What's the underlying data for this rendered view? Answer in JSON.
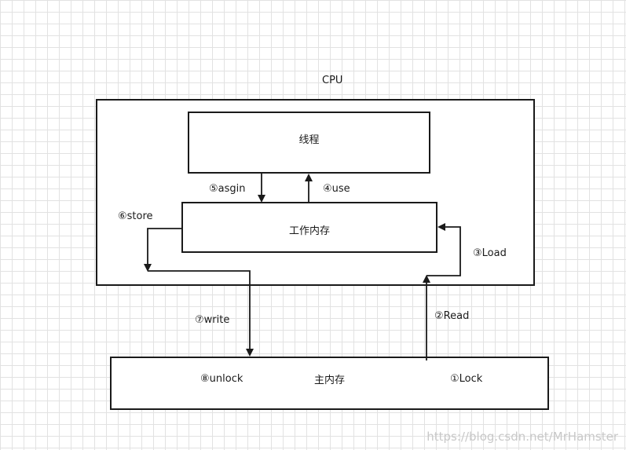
{
  "diagram": {
    "cpu_title": "CPU",
    "thread": "线程",
    "working_memory": "工作内存",
    "main_memory": "主内存",
    "steps": {
      "lock": "①Lock",
      "read": "②Read",
      "load": "③Load",
      "use": "④use",
      "assign": "⑤asgin",
      "store": "⑥store",
      "write": "⑦write",
      "unlock": "⑧unlock"
    }
  },
  "watermark": "https://blog.csdn.net/MrHamster",
  "colors": {
    "stroke": "#1a1a1a",
    "grid": "#e2e2e2",
    "watermark": "#c8c8c8"
  }
}
